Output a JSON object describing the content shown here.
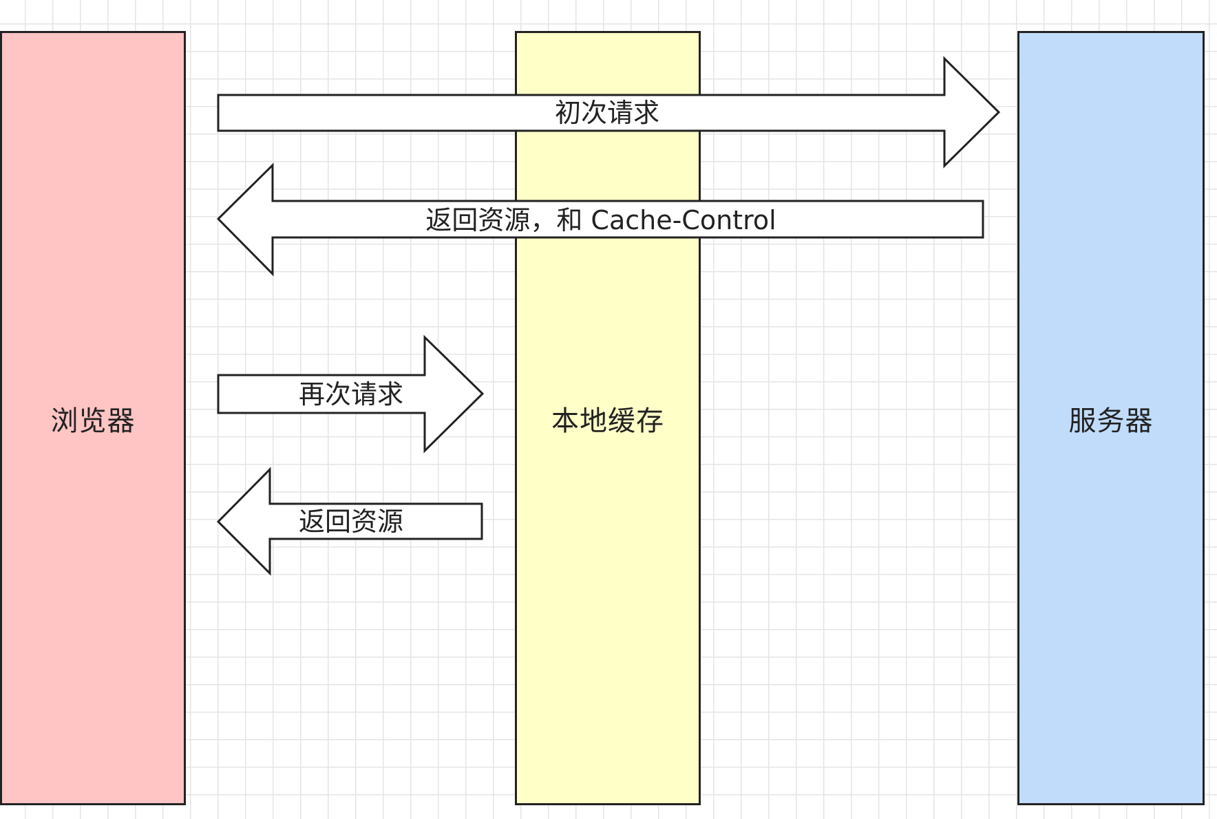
{
  "colors": {
    "browser": "#ffc4c4",
    "cache": "#ffffc8",
    "server": "#c1dcfb",
    "stroke": "#222222",
    "grid": "#e4e4e4"
  },
  "nodes": {
    "browser": "浏览器",
    "cache": "本地缓存",
    "server": "服务器"
  },
  "arrows": {
    "initial_request": "初次请求",
    "return_with_cache_control": "返回资源，和 Cache-Control",
    "repeat_request": "再次请求",
    "return_resource": "返回资源"
  }
}
